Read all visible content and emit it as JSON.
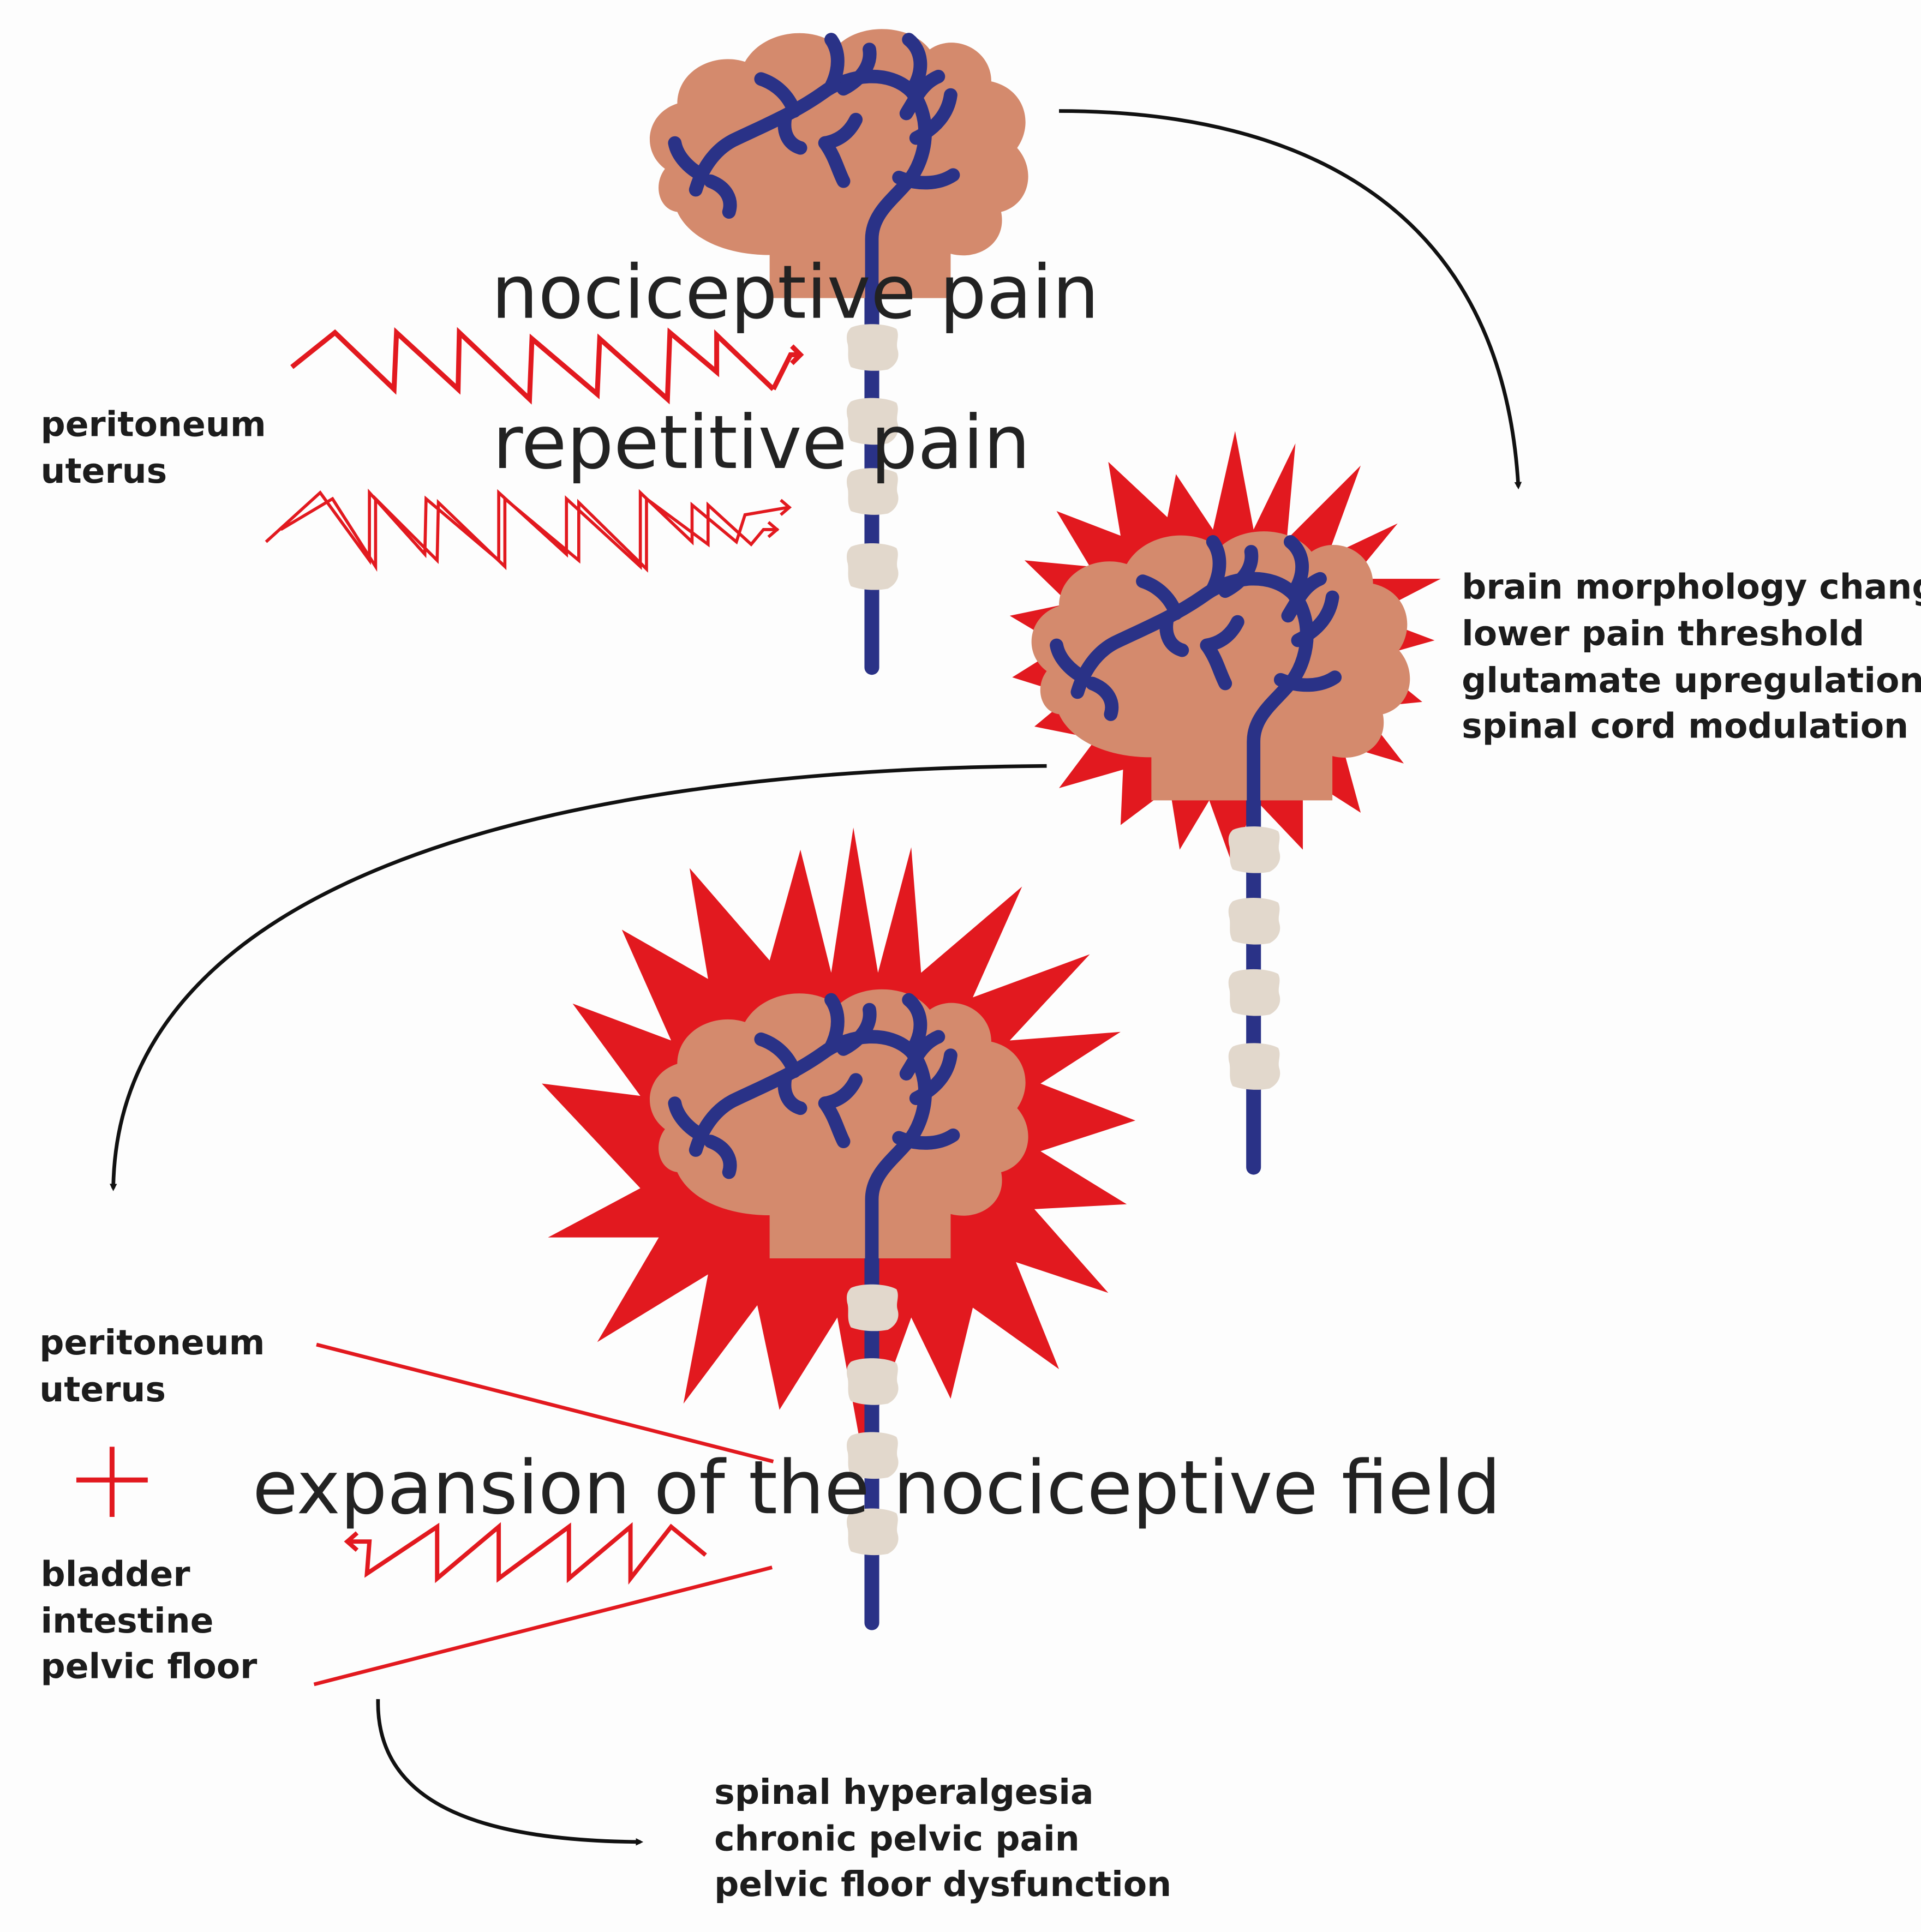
{
  "colors": {
    "brain": "#d48a6d",
    "nerve": "#2a3287",
    "vertebra": "#e2d8cc",
    "pain": "#e2191f",
    "arrow": "#111111",
    "text": "#1c1c1c"
  },
  "icons": [
    "brain-icon",
    "spinal-cord-icon",
    "starburst-icon",
    "zigzag-signal-icon",
    "plus-icon",
    "curved-arrow-icon"
  ],
  "top_stage": {
    "origin_labels": [
      "peritoneum",
      "uterus"
    ],
    "nociceptive_label": "nociceptive pain",
    "repetitive_label": "repetitive pain"
  },
  "middle_stage": {
    "effects": [
      "brain morphology changes",
      "lower pain threshold",
      "glutamate upregulation",
      "spinal cord modulation"
    ]
  },
  "bottom_stage": {
    "origin_labels": [
      "peritoneum",
      "uterus"
    ],
    "extra_labels": [
      "bladder",
      "intestine",
      "pelvic floor"
    ],
    "expansion_label": "expansion of the nociceptive field",
    "outcomes": [
      "spinal hyperalgesia",
      "chronic pelvic pain",
      "pelvic floor dysfunction"
    ]
  }
}
